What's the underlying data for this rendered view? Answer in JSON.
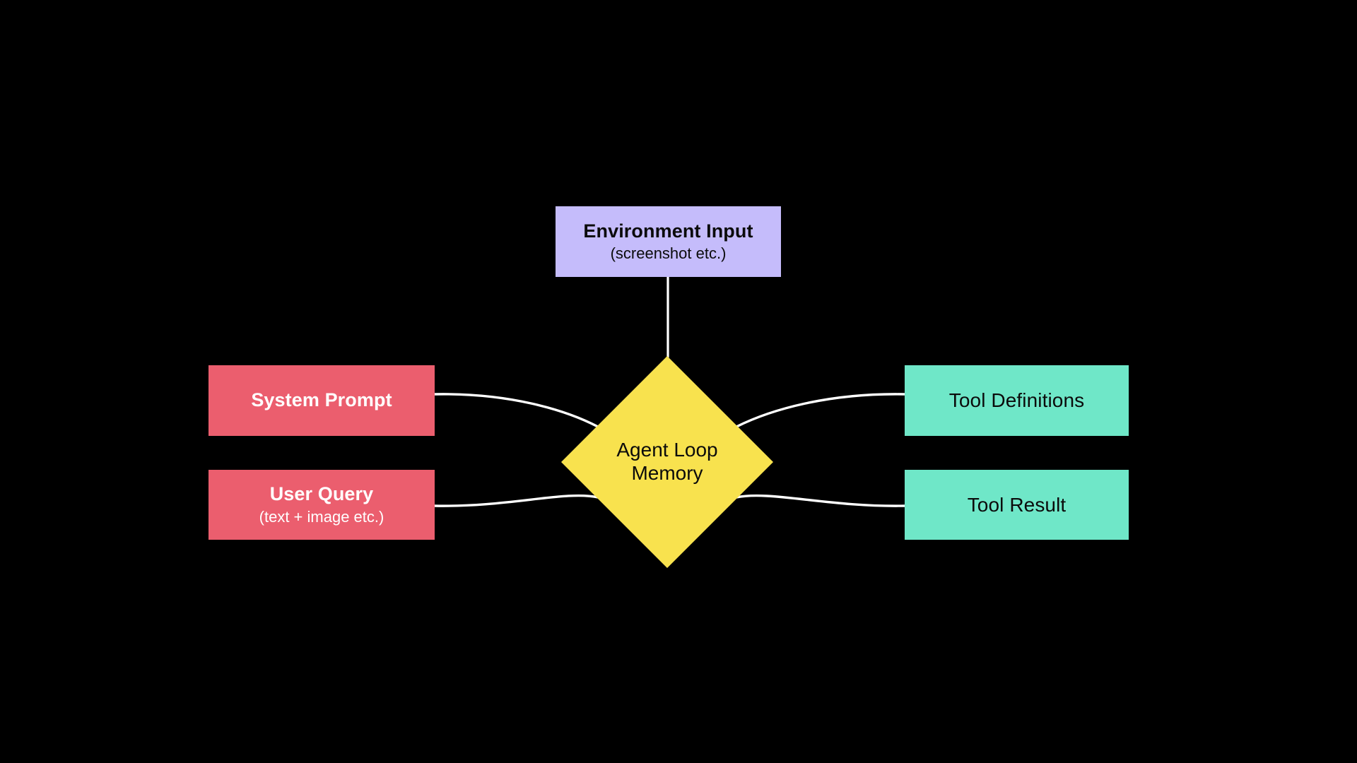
{
  "diagram": {
    "title": "Agent Loop Memory",
    "background_color": "#000000",
    "edge_color": "#FFFFFF",
    "center": {
      "name": "agent-loop-memory",
      "shape": "diamond",
      "line1": "Agent Loop",
      "line2": "Memory",
      "color": "#F8E24E",
      "text_color": "#0B0B0B"
    },
    "nodes": [
      {
        "name": "environment-input",
        "shape": "rectangle",
        "title": "Environment Input",
        "subtitle": "(screenshot etc.)",
        "color": "#C5BCFB",
        "text_color": "#0B0B0B",
        "position": "top"
      },
      {
        "name": "system-prompt",
        "shape": "rectangle",
        "title": "System Prompt",
        "subtitle": "",
        "color": "#EB5E6E",
        "text_color": "#FFFFFF",
        "position": "left-upper"
      },
      {
        "name": "user-query",
        "shape": "rectangle",
        "title": "User Query",
        "subtitle": "(text + image etc.)",
        "color": "#EB5E6E",
        "text_color": "#FFFFFF",
        "position": "left-lower"
      },
      {
        "name": "tool-definitions",
        "shape": "rectangle",
        "title": "Tool Definitions",
        "subtitle": "",
        "color": "#6FE7C8",
        "text_color": "#0B0B0B",
        "position": "right-upper"
      },
      {
        "name": "tool-result",
        "shape": "rectangle",
        "title": "Tool Result",
        "subtitle": "",
        "color": "#6FE7C8",
        "text_color": "#0B0B0B",
        "position": "right-lower"
      }
    ],
    "edges": [
      {
        "name": "edge-environment-input-to-center",
        "from": "environment-input",
        "to": "agent-loop-memory",
        "style": "straight"
      },
      {
        "name": "edge-system-prompt-to-center",
        "from": "system-prompt",
        "to": "agent-loop-memory",
        "style": "curved"
      },
      {
        "name": "edge-user-query-to-center",
        "from": "user-query",
        "to": "agent-loop-memory",
        "style": "curved"
      },
      {
        "name": "edge-center-to-tool-definitions",
        "from": "agent-loop-memory",
        "to": "tool-definitions",
        "style": "curved"
      },
      {
        "name": "edge-center-to-tool-result",
        "from": "agent-loop-memory",
        "to": "tool-result",
        "style": "curved"
      }
    ]
  }
}
